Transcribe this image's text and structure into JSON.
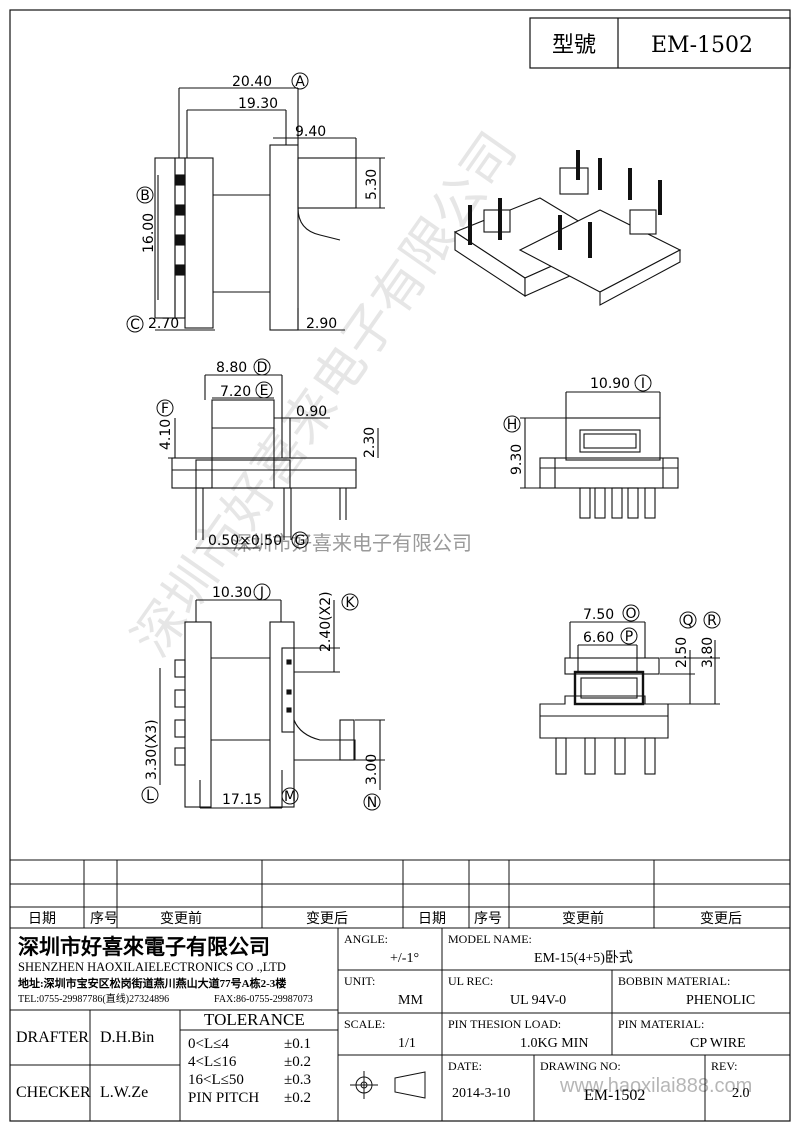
{
  "header": {
    "model_label": "型號",
    "model_value": "EM-1502"
  },
  "dimensions": {
    "top_view": {
      "width_a": "20.40",
      "letter_a": "A",
      "width_19": "19.30",
      "width_9": "9.40",
      "h_5_30": "5.30",
      "letter_b": "B",
      "h_16": "16.00",
      "letter_c": "C",
      "w_2_70": "2.70",
      "w_2_90": "2.90"
    },
    "front_view": {
      "w_8_80": "8.80",
      "letter_d": "D",
      "w_7_20": "7.20",
      "letter_e": "E",
      "letter_f": "F",
      "h_4_10": "4.10",
      "w_0_90": "0.90",
      "h_2_30": "2.30",
      "pin_size": "0.50×0.50",
      "letter_g": "G"
    },
    "side_view": {
      "w_10_90": "10.90",
      "letter_i": "I",
      "letter_h": "H",
      "h_9_30": "9.30"
    },
    "bottom_view": {
      "w_10_30": "10.30",
      "letter_j": "J",
      "pitch_k": "2.40(X2)",
      "letter_k": "K",
      "pitch_l": "3.30(X3)",
      "letter_l": "L",
      "w_17_15": "17.15",
      "letter_m": "M",
      "h_3_00": "3.00",
      "letter_n": "N"
    },
    "section_view": {
      "w_7_50": "7.50",
      "letter_o": "O",
      "w_6_60": "6.60",
      "letter_p": "P",
      "h_2_50": "2.50",
      "letter_q": "Q",
      "h_3_80": "3.80",
      "letter_r": "R"
    }
  },
  "watermark": {
    "big": "深圳市好喜来电子有限公司",
    "line": "深圳市好喜来电子有限公司",
    "url": "www.haoxilai888.com"
  },
  "revision_table": {
    "headers": [
      "日期",
      "序号",
      "变更前",
      "变更后",
      "日期",
      "序号",
      "变更前",
      "变更后"
    ]
  },
  "company": {
    "name_cn": "深圳市好喜來電子有限公司",
    "name_en": "SHENZHEN HAOXILAIELECTRONICS CO .,LTD",
    "address": "地址:深圳市宝安区松岗街道燕川燕山大道77号A栋2-3楼",
    "tel": "TEL:0755-29987786(直线)27324896",
    "fax": "FAX:86-0755-29987073"
  },
  "titleblock": {
    "drafter_label": "DRAFTER",
    "drafter": "D.H.Bin",
    "checker_label": "CHECKER",
    "checker": "L.W.Ze",
    "tolerance_label": "TOLERANCE",
    "tolerances": [
      {
        "range": "0<L≤4",
        "tol": "±0.1"
      },
      {
        "range": "4<L≤16",
        "tol": "±0.2"
      },
      {
        "range": "16<L≤50",
        "tol": "±0.3"
      },
      {
        "range": "PIN PITCH",
        "tol": "±0.2"
      }
    ],
    "angle_label": "ANGLE:",
    "angle": "+/-1°",
    "unit_label": "UNIT:",
    "unit": "MM",
    "scale_label": "SCALE:",
    "scale": "1/1",
    "model_name_label": "MODEL NAME:",
    "model_name": "EM-15(4+5)卧式",
    "ul_rec_label": "UL REC:",
    "ul_rec": "UL 94V-0",
    "bobbin_material_label": "BOBBIN MATERIAL:",
    "bobbin_material": "PHENOLIC",
    "pin_load_label": "PIN THESION LOAD:",
    "pin_load": "1.0KG MIN",
    "pin_material_label": "PIN MATERIAL:",
    "pin_material": "CP  WIRE",
    "date_label": "DATE:",
    "date": "2014-3-10",
    "drawing_no_label": "DRAWING NO:",
    "drawing_no": "EM-1502",
    "rev_label": "REV:",
    "rev": "2.0"
  }
}
